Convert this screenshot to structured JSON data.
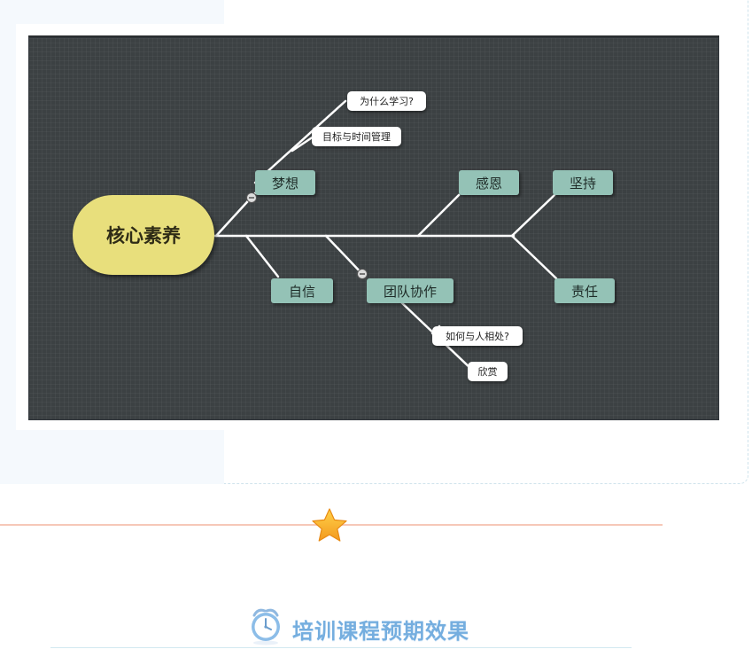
{
  "mindmap": {
    "root": "核心素养",
    "branches": {
      "dream": "梦想",
      "confidence": "自信",
      "teamwork": "团队协作",
      "gratitude": "感恩",
      "persistence": "坚持",
      "responsibility": "责任"
    },
    "subtopics": {
      "why_learn": "为什么学习?",
      "goals_time": "目标与时间管理",
      "get_along": "如何与人相处?",
      "appreciate": "欣赏"
    },
    "colors": {
      "background": "#3c4143",
      "root_fill": "#e8df7c",
      "branch_fill": "#94c2b6",
      "connector": "#ffffff"
    }
  },
  "section": {
    "title": "培训课程预期效果",
    "title_color": "#75aedf",
    "icon": "alarm-clock-icon",
    "divider_icon": "star-icon"
  }
}
